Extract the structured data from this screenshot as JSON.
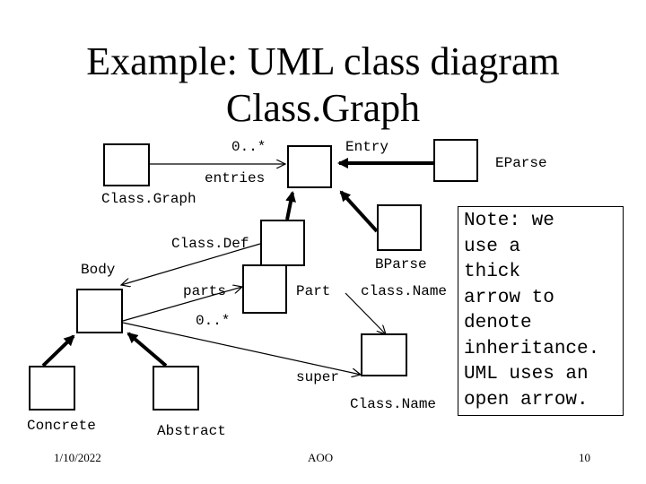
{
  "title": {
    "line1": "Example: UML class diagram",
    "line2": "Class.Graph"
  },
  "labels": {
    "multiplicity_top": "0..*",
    "entry": "Entry",
    "eparse": "EParse",
    "entries": "entries",
    "classgraph": "Class.Graph",
    "classdef": "Class.Def",
    "body": "Body",
    "bparse": "BParse",
    "parts": "parts",
    "part": "Part",
    "classname_role": "class.Name",
    "multiplicity_mid": "0..*",
    "super": "super",
    "classname": "Class.Name",
    "concrete": "Concrete",
    "abstract": "Abstract"
  },
  "note": {
    "lines": [
      "Note: we",
      "use a",
      "thick",
      "arrow to",
      "denote",
      "inheritance.",
      "UML uses an",
      "open arrow."
    ]
  },
  "footer": {
    "date": "1/10/2022",
    "center": "AOO",
    "page": "10"
  }
}
